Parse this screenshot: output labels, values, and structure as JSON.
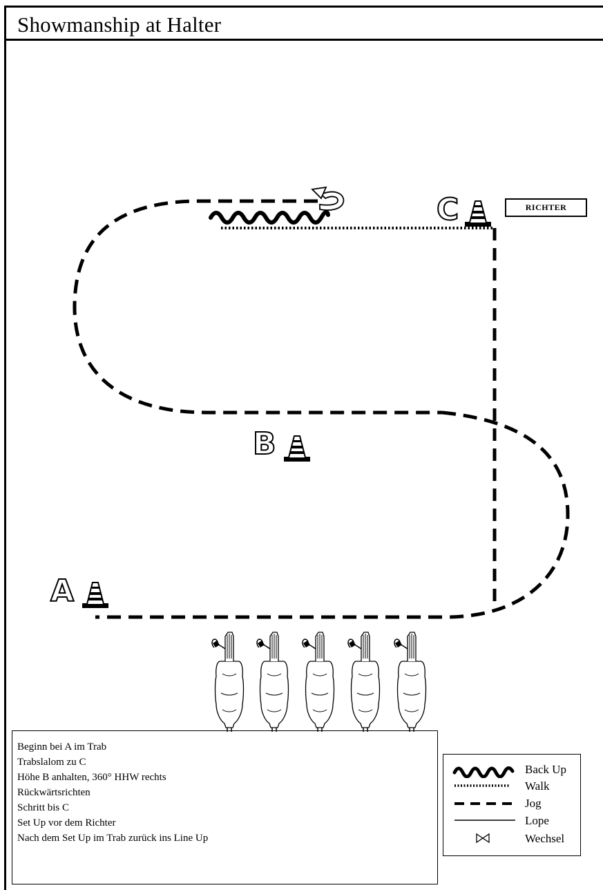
{
  "title": "Showmanship at Halter",
  "judge_label": "RICHTER",
  "markers": [
    {
      "letter": "A"
    },
    {
      "letter": "B"
    },
    {
      "letter": "C"
    }
  ],
  "instructions": [
    "Beginn bei A im Trab",
    "Trabslalom zu C",
    "Höhe B anhalten, 360° HHW rechts",
    "Rückwärtsrichten",
    "Schritt bis C",
    "Set Up vor dem Richter",
    "Nach dem Set Up im Trab zurück ins Line Up"
  ],
  "legend": [
    {
      "symbol": "wavy-line",
      "label": "Back Up"
    },
    {
      "symbol": "dotted-line",
      "label": "Walk"
    },
    {
      "symbol": "dashed-line",
      "label": "Jog"
    },
    {
      "symbol": "solid-line",
      "label": "Lope"
    },
    {
      "symbol": "bowtie",
      "label": "Wechsel"
    }
  ]
}
